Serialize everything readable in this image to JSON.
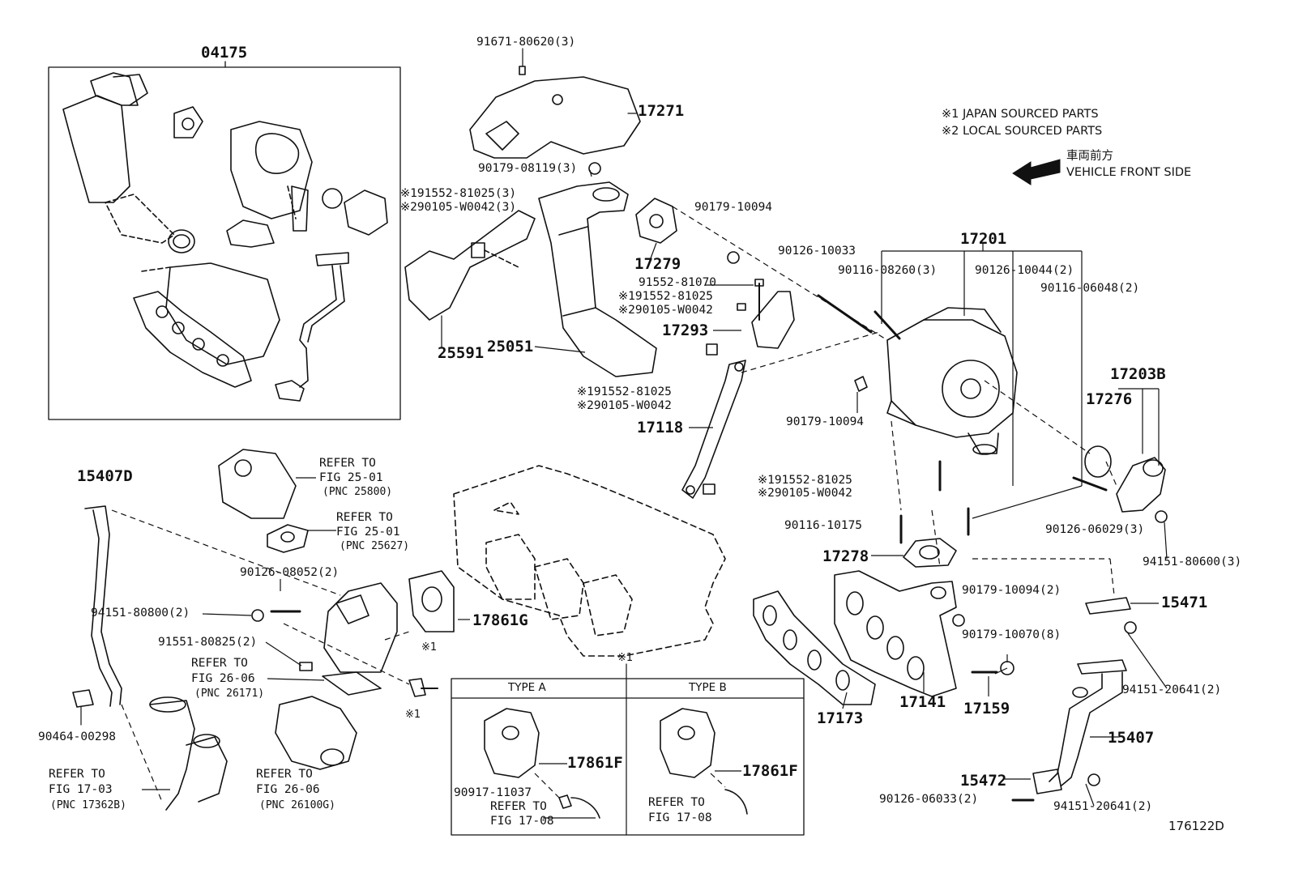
{
  "notes": {
    "japan": "※1 JAPAN SOURCED PARTS",
    "local": "※2 LOCAL SOURCED PARTS",
    "front_jp": "車両前方",
    "front_en": "VEHICLE FRONT SIDE"
  },
  "figure_id": "176122D",
  "inset": {
    "mark": "※1",
    "type_a": "TYPE A",
    "type_b": "TYPE B"
  },
  "labels": {
    "p04175": "04175",
    "p91671": "91671-80620(3)",
    "p17271": "17271",
    "p90179_08119": "90179-08119(3)",
    "p191552_a": "※191552-81025(3)",
    "p290105_a": "※290105-W0042(3)",
    "p90179_10094_a": "90179-10094",
    "p17279": "17279",
    "p25591": "25591",
    "p25051": "25051",
    "p91552": "91552-81070",
    "p191552_b": "※191552-81025",
    "p290105_b": "※290105-W0042",
    "p17293": "17293",
    "p191552_c": "※191552-81025",
    "p290105_c": "※290105-W0042",
    "p17118": "17118",
    "p191552_d": "※191552-81025",
    "p290105_d": "※290105-W0042",
    "p90126_10033": "90126-10033",
    "p17201": "17201",
    "p90116_08260": "90116-08260(3)",
    "p90126_10044": "90126-10044(2)",
    "p90116_06048": "90116-06048(2)",
    "p90179_10094_b": "90179-10094",
    "p17203B": "17203B",
    "p17276": "17276",
    "p90126_06029": "90126-06029(3)",
    "p94151_80600": "94151-80600(3)",
    "p90116_10175": "90116-10175",
    "p17278": "17278",
    "p90179_10094_c": "90179-10094(2)",
    "p90179_10070": "90179-10070(8)",
    "p15471": "15471",
    "p94151_20641_a": "94151-20641(2)",
    "p15407": "15407",
    "p15472": "15472",
    "p90126_06033": "90126-06033(2)",
    "p94151_20641_b": "94151-20641(2)",
    "p17173": "17173",
    "p17141": "17141",
    "p17159": "17159",
    "p15407D": "15407D",
    "p90464": "90464-00298",
    "p90126_08052": "90126-08052(2)",
    "p94151_80800": "94151-80800(2)",
    "p91551": "91551-80825(2)",
    "p17861G": "17861G",
    "mark1_a": "※1",
    "mark1_b": "※1",
    "p17861F_a": "17861F",
    "p17861F_b": "17861F",
    "p90917": "90917-11037"
  },
  "refers": {
    "r1_a": "REFER TO",
    "r1_b": "FIG 25-01",
    "r1_c": "(PNC 25800)",
    "r2_a": "REFER TO",
    "r2_b": "FIG 25-01",
    "r2_c": "(PNC 25627)",
    "r3_a": "REFER TO",
    "r3_b": "FIG 26-06",
    "r3_c": "(PNC 26171)",
    "r4_a": "REFER TO",
    "r4_b": "FIG 17-03",
    "r4_c": "(PNC 17362B)",
    "r5_a": "REFER TO",
    "r5_b": "FIG 26-06",
    "r5_c": "(PNC 26100G)",
    "r6_a": "REFER TO",
    "r6_b": "FIG 17-08",
    "r7_a": "REFER TO",
    "r7_b": "FIG 17-08"
  }
}
